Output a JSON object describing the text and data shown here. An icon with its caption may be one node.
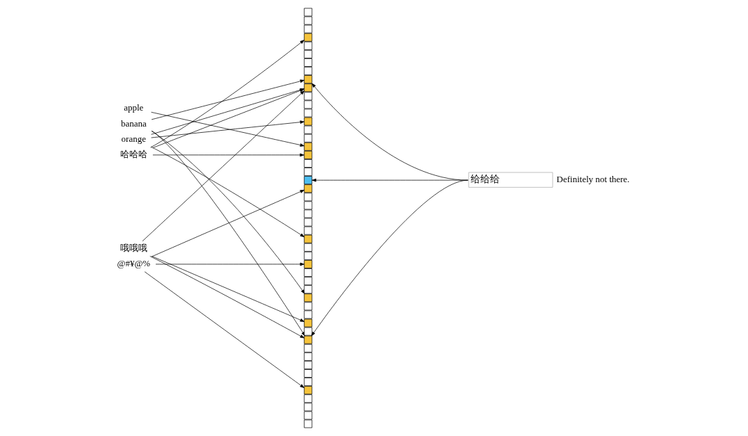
{
  "diagram": {
    "nodes": [
      {
        "text": [
          "apple"
        ]
      },
      {
        "text": [
          "banana"
        ]
      },
      {
        "text": [
          "orange"
        ]
      },
      {
        "text": [
          "哈哈哈"
        ]
      },
      {
        "text": [
          "哦哦哦"
        ]
      },
      {
        "text": [
          "@#¥@%"
        ]
      },
      {
        "text": [],
        "shape": "box"
      },
      {
        "text": [],
        "shape": "box"
      },
      {
        "text": [],
        "shape": "box"
      },
      {
        "text": [],
        "shape": "box"
      },
      {
        "text": [],
        "shape": "box"
      },
      {
        "text": [],
        "shape": "box"
      },
      {
        "text": [],
        "shape": "box"
      },
      {
        "text": [],
        "shape": "box"
      },
      {
        "text": [],
        "shape": "box"
      },
      {
        "text": [],
        "shape": "box"
      },
      {
        "text": [],
        "shape": "box"
      },
      {
        "text": [],
        "shape": "box"
      },
      {
        "text": [],
        "shape": "box"
      },
      {
        "text": [],
        "shape": "box"
      },
      {
        "text": [],
        "shape": "box"
      },
      {
        "text": [],
        "shape": "box"
      },
      {
        "text": [],
        "shape": "box"
      },
      {
        "text": [],
        "shape": "box"
      },
      {
        "text": [],
        "shape": "box"
      },
      {
        "text": [],
        "shape": "box"
      },
      {
        "text": [],
        "shape": "box"
      },
      {
        "text": [],
        "shape": "box"
      },
      {
        "text": [],
        "shape": "box"
      },
      {
        "text": [],
        "shape": "box"
      },
      {
        "text": [],
        "shape": "box"
      },
      {
        "text": [],
        "shape": "box"
      },
      {
        "text": [],
        "shape": "box"
      },
      {
        "text": [],
        "shape": "box"
      },
      {
        "text": [],
        "shape": "box"
      },
      {
        "text": [],
        "shape": "box"
      },
      {
        "text": [],
        "shape": "box"
      },
      {
        "text": [],
        "shape": "box"
      },
      {
        "text": [],
        "shape": "box"
      },
      {
        "text": [],
        "shape": "box"
      },
      {
        "text": [],
        "shape": "box"
      },
      {
        "text": [],
        "shape": "box"
      },
      {
        "text": [],
        "shape": "box"
      },
      {
        "text": [],
        "shape": "box"
      },
      {
        "text": [],
        "shape": "box"
      },
      {
        "text": [],
        "shape": "box"
      },
      {
        "text": [],
        "shape": "box"
      },
      {
        "text": [],
        "shape": "box"
      },
      {
        "text": [],
        "shape": "box"
      },
      {
        "text": [],
        "shape": "box"
      },
      {
        "text": [],
        "shape": "box"
      },
      {
        "text": [],
        "shape": "box"
      },
      {
        "text": [],
        "shape": "box"
      },
      {
        "text": [],
        "shape": "box"
      },
      {
        "text": [],
        "shape": "box"
      },
      {
        "text": [],
        "shape": "box"
      },
      {
        "text": [
          "给给给"
        ],
        "beside": [
          "Definitely not there."
        ]
      }
    ],
    "edges": [
      {
        "from": 0,
        "to": 22,
        "arrow": "to"
      },
      {
        "from": 1,
        "to": 14,
        "arrow": "to"
      },
      {
        "from": 1,
        "to": 40,
        "arrow": "to"
      },
      {
        "from": 1,
        "to": 45,
        "arrow": "to"
      },
      {
        "from": 2,
        "to": 15,
        "arrow": "to"
      },
      {
        "from": 2,
        "to": 19,
        "arrow": "to"
      },
      {
        "from": 2,
        "to": 33,
        "arrow": "to"
      },
      {
        "from": 3,
        "to": 9,
        "arrow": "to"
      },
      {
        "from": 3,
        "to": 15,
        "arrow": "to"
      },
      {
        "from": 3,
        "to": 23,
        "arrow": "to"
      },
      {
        "from": 4,
        "to": 15,
        "arrow": "to"
      },
      {
        "from": 4,
        "to": 43,
        "arrow": "to"
      },
      {
        "from": 4,
        "to": 45,
        "arrow": "to"
      },
      {
        "from": 5,
        "to": 27,
        "arrow": "to"
      },
      {
        "from": 5,
        "to": 36,
        "arrow": "to"
      },
      {
        "from": 5,
        "to": 51,
        "arrow": "to"
      },
      {
        "from": 56,
        "to": 14,
        "arrow": "to"
      },
      {
        "from": 56,
        "to": 26,
        "arrow": "to"
      },
      {
        "from": 56,
        "to": 45,
        "arrow": "to"
      }
    ]
  }
}
